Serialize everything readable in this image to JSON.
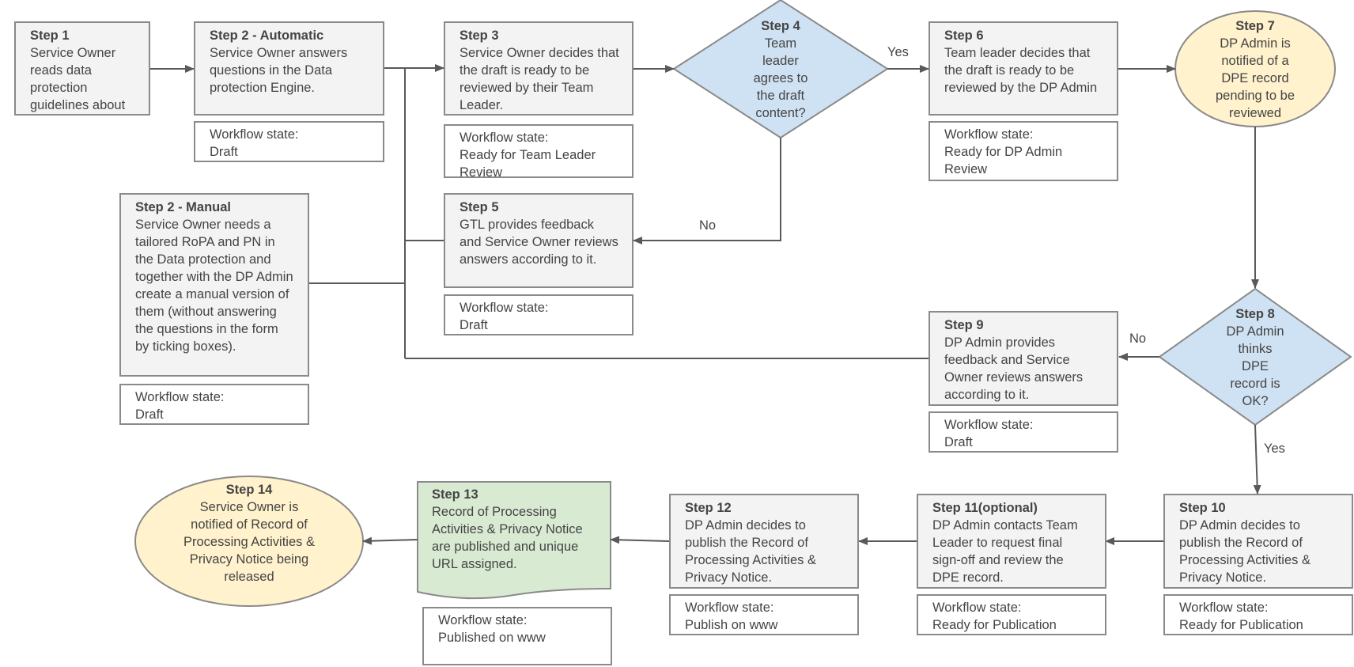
{
  "steps": {
    "s1": {
      "title": "Step 1",
      "text": "Service Owner reads data protection guidelines about"
    },
    "s2a": {
      "title": "Step 2 - Automatic",
      "text": "Service Owner answers questions in the Data protection Engine."
    },
    "s2m": {
      "title": "Step 2 - Manual",
      "text": "Service Owner needs a tailored RoPA and PN in the Data protection and together with the DP Admin create a manual version of them (without answering the questions in the form by ticking boxes)."
    },
    "s3": {
      "title": "Step 3",
      "text": "Service Owner decides that the draft is ready to be reviewed by their Team Leader."
    },
    "s4": {
      "title": "Step 4",
      "text": "Team leader agrees to the draft content?"
    },
    "s5": {
      "title": "Step 5",
      "text": "GTL provides feedback and Service Owner reviews answers according to it."
    },
    "s6": {
      "title": "Step 6",
      "text": "Team leader decides that the draft is ready to be reviewed by the DP Admin"
    },
    "s7": {
      "title": "Step 7",
      "text": "DP Admin is notified of a DPE record pending to be reviewed"
    },
    "s8": {
      "title": "Step 8",
      "text": "DP Admin thinks DPE record is OK?"
    },
    "s9": {
      "title": "Step 9",
      "text": "DP Admin provides feedback and Service Owner reviews answers according to it."
    },
    "s10": {
      "title": "Step 10",
      "text": "DP Admin decides to publish the Record of Processing Activities & Privacy Notice."
    },
    "s11": {
      "title": "Step 11(optional)",
      "text": "DP Admin contacts Team Leader to request final sign-off and review the DPE record."
    },
    "s12": {
      "title": "Step 12",
      "text": "DP Admin decides to publish the Record of Processing Activities & Privacy Notice."
    },
    "s13": {
      "title": "Step 13",
      "text": "Record of Processing Activities & Privacy Notice are published and unique URL assigned."
    },
    "s14": {
      "title": "Step 14",
      "text": "Service Owner is notified of Record of Processing Activities & Privacy Notice being released"
    }
  },
  "workflow_label": "Workflow state:",
  "states": {
    "s2a": "Draft",
    "s2m": "Draft",
    "s3": "Ready for Team Leader Review",
    "s5": "Draft",
    "s6": "Ready for DP Admin Review",
    "s9": "Draft",
    "s10": "Ready for Publication",
    "s11": "Ready for Publication",
    "s12": "Publish on www",
    "s13": "Published on www"
  },
  "edge_labels": {
    "s4_yes": "Yes",
    "s4_no": "No",
    "s8_no": "No",
    "s8_yes": "Yes"
  },
  "colors": {
    "box_fill": "#f3f3f3",
    "box_border": "#8a8a8a",
    "decision_fill": "#cfe2f3",
    "notify_fill": "#fff2cc",
    "published_fill": "#d9ead3",
    "connector": "#595959"
  }
}
